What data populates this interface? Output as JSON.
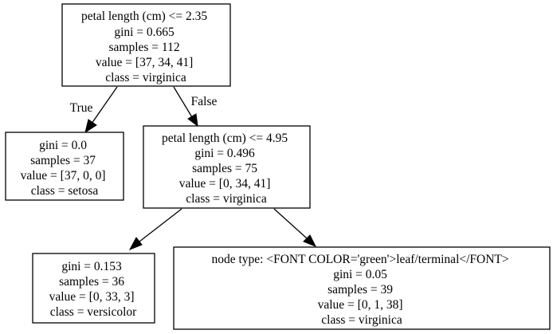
{
  "nodes": {
    "root": [
      "petal length (cm) <= 2.35",
      "gini = 0.665",
      "samples = 112",
      "value = [37, 34, 41]",
      "class = virginica"
    ],
    "setosa_leaf": [
      "gini = 0.0",
      "samples = 37",
      "value = [37, 0, 0]",
      "class = setosa"
    ],
    "split_2": [
      "petal length (cm) <= 4.95",
      "gini = 0.496",
      "samples = 75",
      "value = [0, 34, 41]",
      "class = virginica"
    ],
    "versicolor_leaf": [
      "gini = 0.153",
      "samples = 36",
      "value = [0, 33, 3]",
      "class = versicolor"
    ],
    "terminal_leaf": [
      "node type: <FONT COLOR='green'>leaf/terminal</FONT>",
      "gini = 0.05",
      "samples = 39",
      "value = [0, 1, 38]",
      "class = virginica"
    ]
  },
  "edges": {
    "root_to_setosa": "True",
    "root_to_split_2": "False"
  }
}
